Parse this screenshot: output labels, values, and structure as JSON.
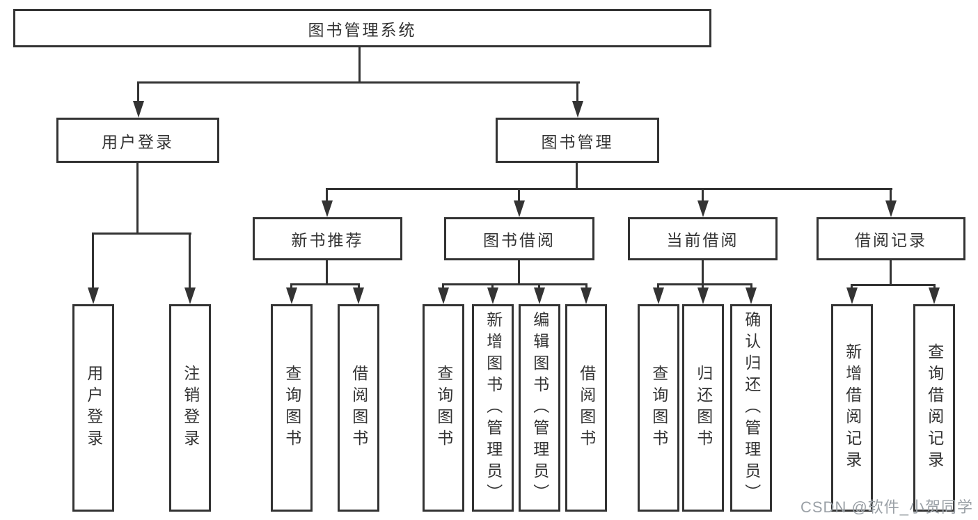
{
  "tree": {
    "root": {
      "label": "图书管理系统",
      "children": [
        {
          "label": "用户登录",
          "children": [
            {
              "label": "用户登录"
            },
            {
              "label": "注销登录"
            }
          ]
        },
        {
          "label": "图书管理",
          "children": [
            {
              "label": "新书推荐",
              "children": [
                {
                  "label": "查询图书"
                },
                {
                  "label": "借阅图书"
                }
              ]
            },
            {
              "label": "图书借阅",
              "children": [
                {
                  "label": "查询图书"
                },
                {
                  "label": "新增图书（管理员）"
                },
                {
                  "label": "编辑图书（管理员）"
                },
                {
                  "label": "借阅图书"
                }
              ]
            },
            {
              "label": "当前借阅",
              "children": [
                {
                  "label": "查询图书"
                },
                {
                  "label": "归还图书"
                },
                {
                  "label": "确认归还（管理员）"
                }
              ]
            },
            {
              "label": "借阅记录",
              "children": [
                {
                  "label": "新增借阅记录"
                },
                {
                  "label": "查询借阅记录"
                }
              ]
            }
          ]
        }
      ]
    }
  },
  "watermark": {
    "text": "CSDN @软件_小贺同学"
  },
  "colors": {
    "line": "#333333",
    "box_border": "#333333",
    "text": "#333333",
    "watermark": "#9aa0a6",
    "background": "#ffffff"
  }
}
